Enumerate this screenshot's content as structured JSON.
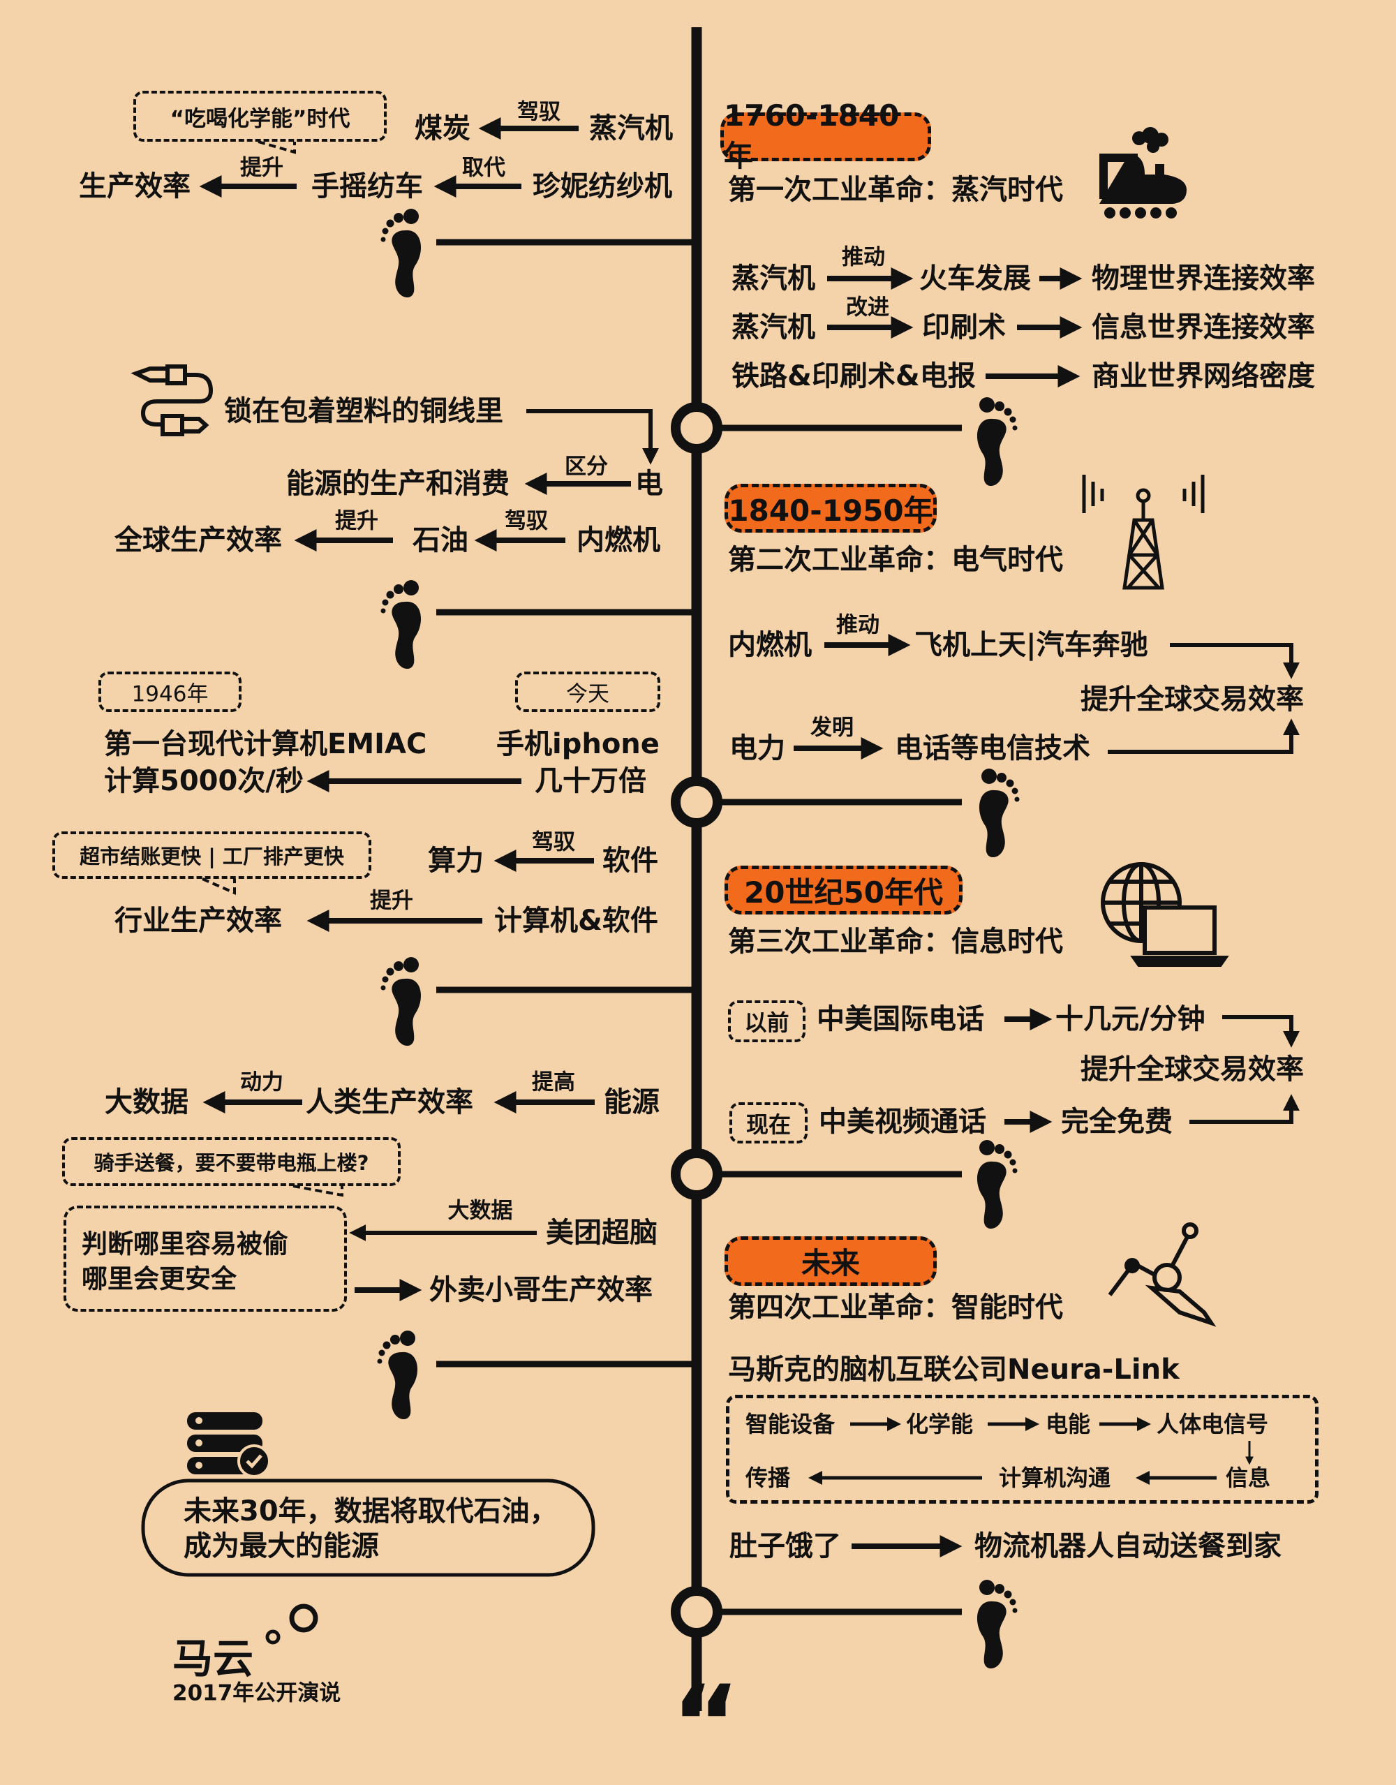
{
  "colors": {
    "background": "#f4d2aa",
    "accent": "#f26a1b",
    "ink": "#111111"
  },
  "era1": {
    "badge": "1760-1840年",
    "title": "第一次工业革命：蒸汽时代",
    "icon": "steam-train-icon",
    "left": {
      "bubble": "“吃喝化学能”时代",
      "coal": "煤炭",
      "drive": "驾驭",
      "steam_engine": "蒸汽机",
      "productivity": "生产效率",
      "raise": "提升",
      "spinning_wheel": "手摇纺车",
      "replace": "取代",
      "jenny": "珍妮纺纱机"
    },
    "right": {
      "r1_from": "蒸汽机",
      "r1_label": "推动",
      "r1_mid": "火车发展",
      "r1_to": "物理世界连接效率",
      "r2_from": "蒸汽机",
      "r2_label": "改进",
      "r2_mid": "印刷术",
      "r2_to": "信息世界连接效率",
      "r3_from": "铁路&印刷术&电报",
      "r3_to": "商业世界网络密度"
    }
  },
  "era2": {
    "badge": "1840-1950年",
    "title": "第二次工业革命：电气时代",
    "icon": "radio-tower-icon",
    "left": {
      "copper": "锁在包着塑料的铜线里",
      "electricity": "电",
      "distinguish": "区分",
      "energy": "能源的生产和消费",
      "global_productivity": "全球生产效率",
      "raise": "提升",
      "oil": "石油",
      "drive": "驾驭",
      "engine": "内燃机"
    },
    "right": {
      "engine": "内燃机",
      "push": "推动",
      "planes_cars": "飞机上天|汽车奔驰",
      "trade": "提升全球交易效率",
      "power": "电力",
      "invent": "发明",
      "telecom": "电话等电信技术"
    }
  },
  "era3": {
    "badge": "20世纪50年代",
    "title": "第三次工业革命：信息时代",
    "icon": "globe-laptop-icon",
    "left": {
      "year_tag": "1946年",
      "today_tag": "今天",
      "computer": "第一台现代计算机EMIAC",
      "speed": "计算5000次/秒",
      "iphone": "手机iphone",
      "times": "几十万倍",
      "bubble": "超市结账更快 | 工厂排产更快",
      "compute": "算力",
      "drive": "驾驭",
      "software": "软件",
      "industry": "行业生产效率",
      "raise": "提升",
      "computer_software": "计算机&软件"
    },
    "right": {
      "before_tag": "以前",
      "intl_call": "中美国际电话",
      "cost": "十几元/分钟",
      "trade": "提升全球交易效率",
      "now_tag": "现在",
      "video_call": "中美视频通话",
      "free": "完全免费"
    }
  },
  "era4": {
    "badge": "未来",
    "title": "第四次工业革命：智能时代",
    "icon": "satellite-dish-icon",
    "left": {
      "big_data": "大数据",
      "power": "动力",
      "human_productivity": "人类生产效率",
      "improve": "提高",
      "energy": "能源",
      "bubble": "骑手送餐，要不要带电瓶上楼?",
      "judge_1": "判断哪里容易被偷",
      "judge_2": "哪里会更安全",
      "big_data_label": "大数据",
      "meituan": "美团超脑",
      "courier": "外卖小哥生产效率"
    },
    "right": {
      "neuralink": "马斯克的脑机互联公司Neura-Link",
      "flow": [
        "智能设备",
        "化学能",
        "电能",
        "人体电信号",
        "信息",
        "计算机沟通",
        "传播"
      ],
      "hungry": "肚子饿了",
      "robot": "物流机器人自动送餐到家"
    }
  },
  "footer": {
    "quote_1": "未来30年，数据将取代石油，",
    "quote_2": "成为最大的能源",
    "speaker": "马云",
    "event": "2017年公开演说",
    "quote_mark": "“"
  }
}
